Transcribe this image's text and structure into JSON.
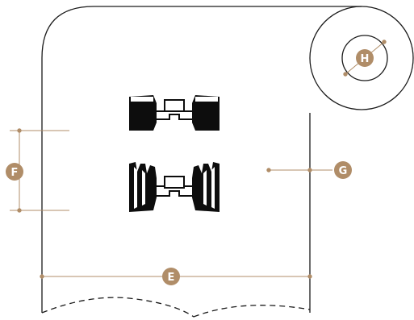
{
  "diagram": {
    "colors": {
      "outline": "#1a1a1a",
      "dimension": "#b08d68",
      "inlay": "#0d0d0d",
      "background": "#ffffff"
    },
    "labels": {
      "core_diameter": "H",
      "roll_width": "G",
      "label_pitch": "F",
      "label_width": "E"
    },
    "icons": {
      "inlay_top": "rfid-antenna-icon",
      "inlay_bottom": "rfid-antenna-icon"
    }
  }
}
